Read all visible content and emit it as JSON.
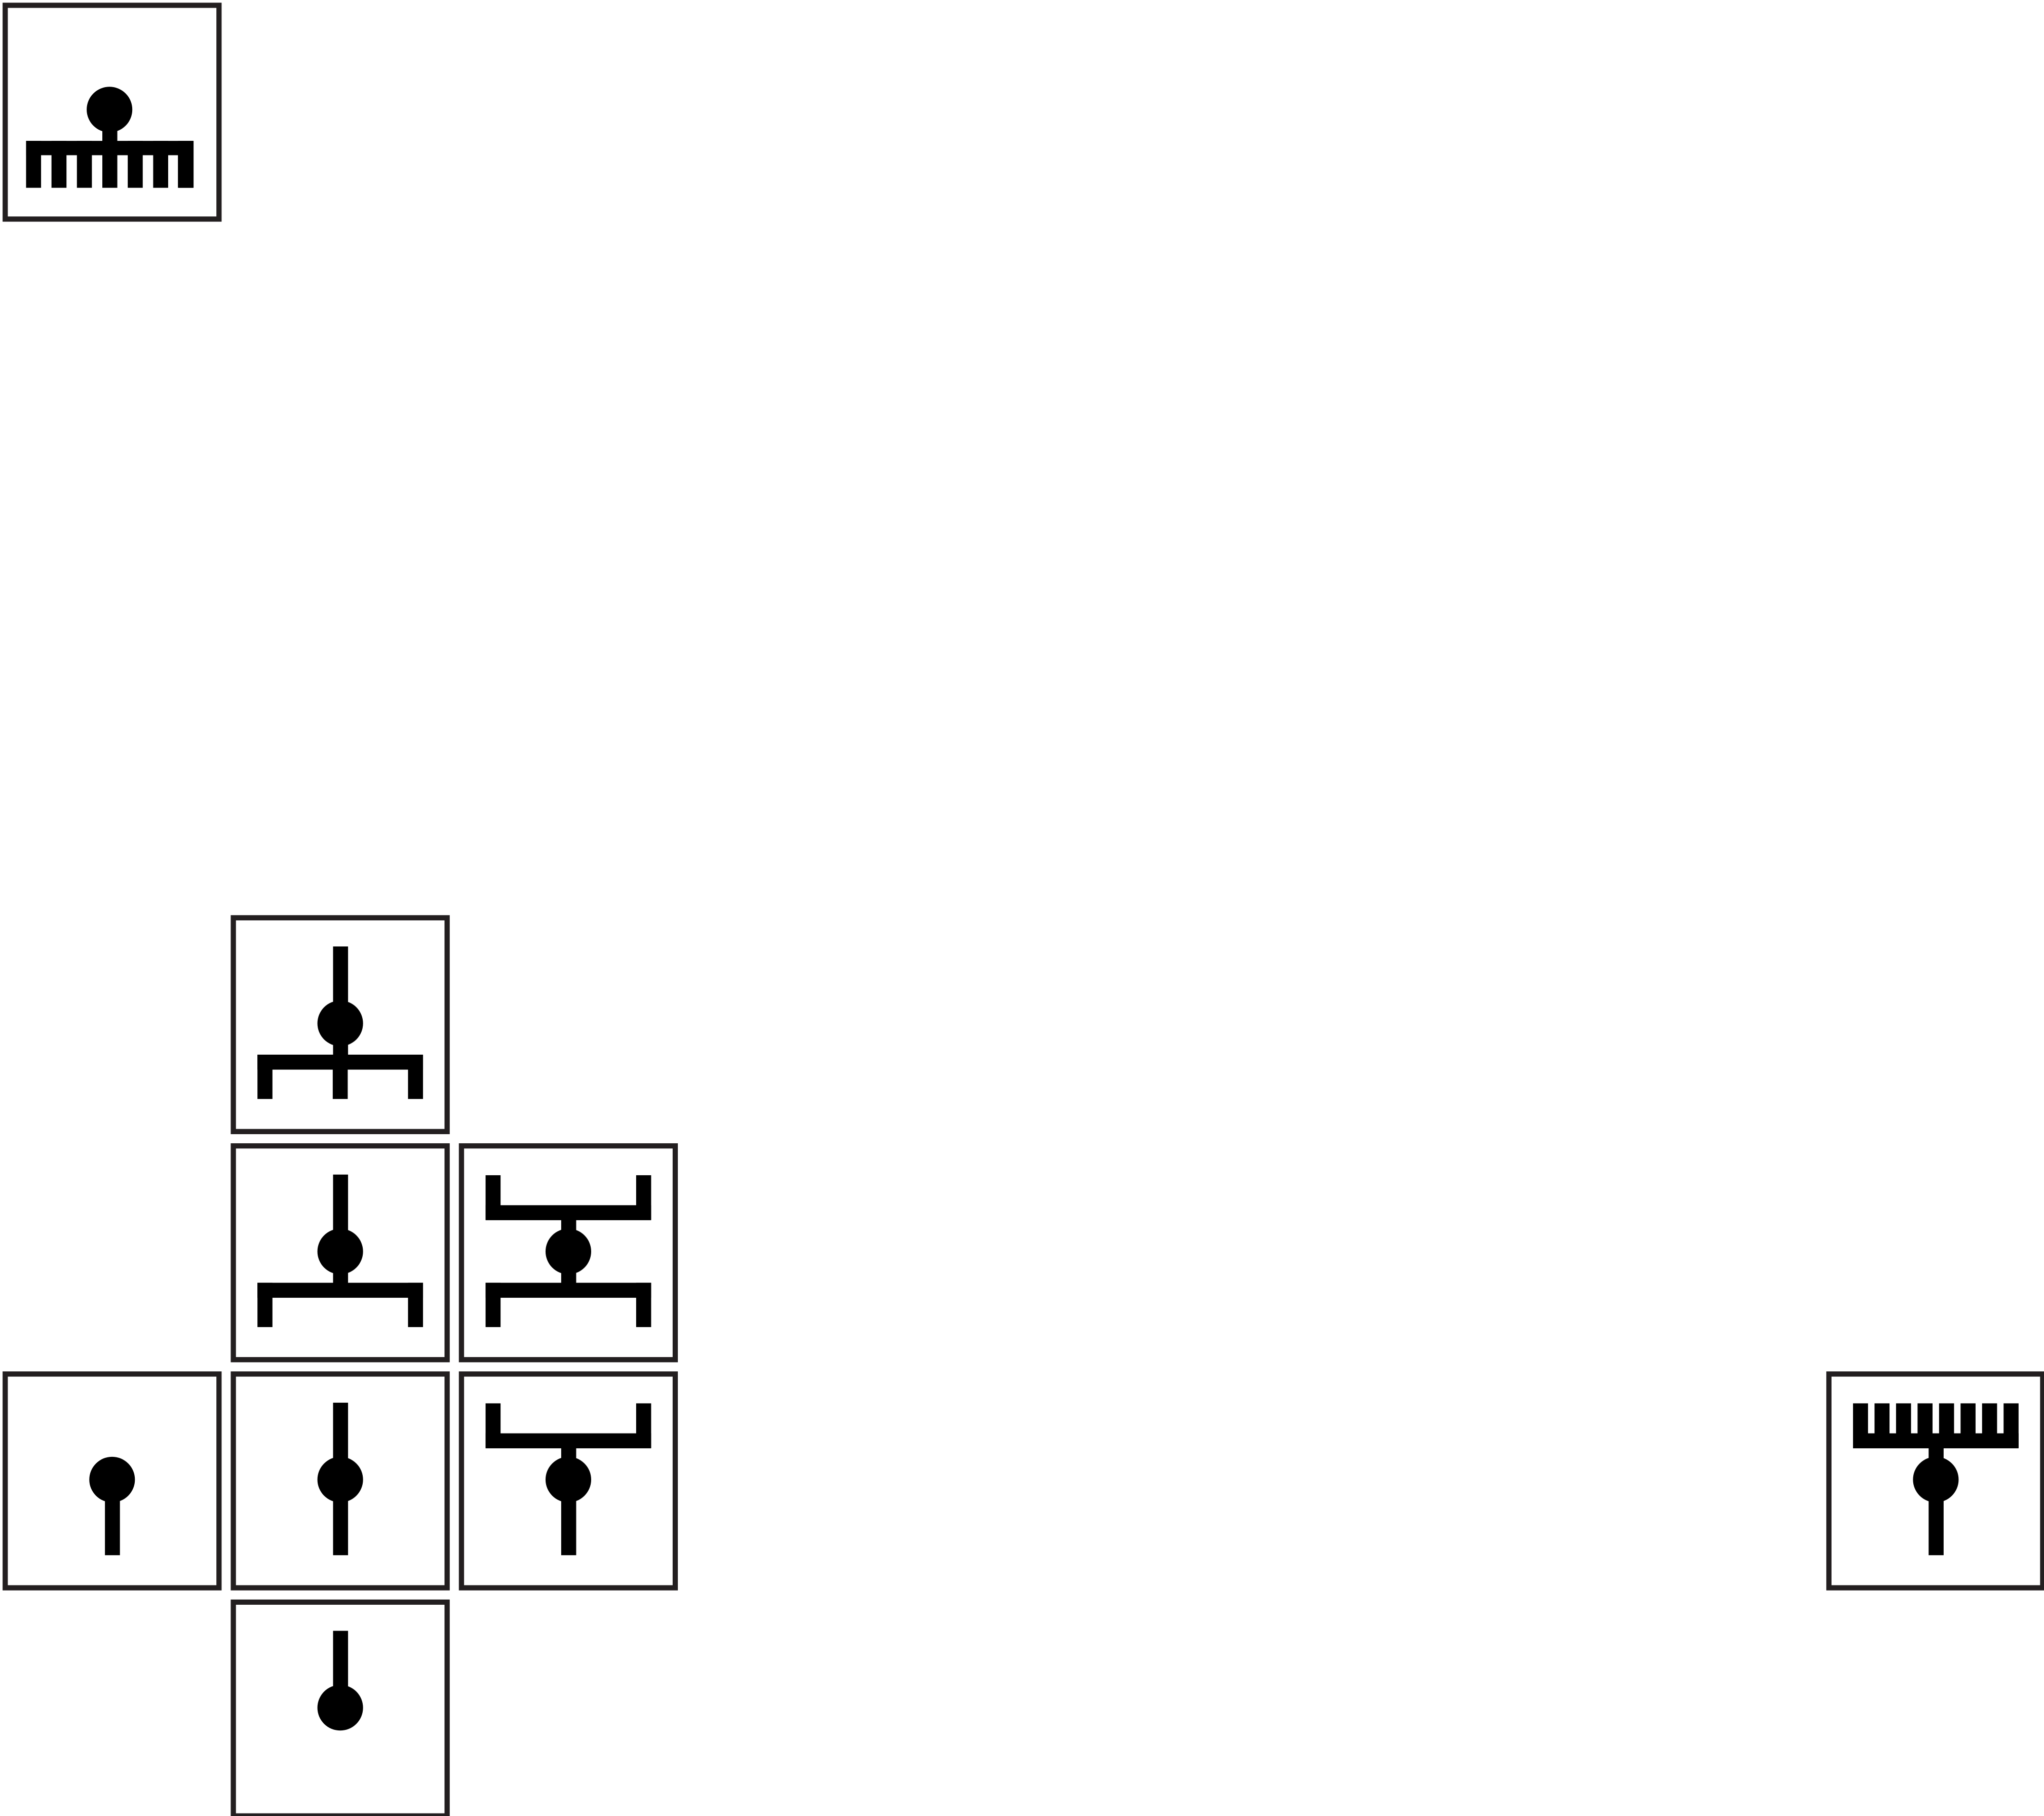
{
  "diagram": {
    "type": "symbol-tile-layout",
    "ink_color": "#000000",
    "frame_color": "#231f20",
    "background_color": "#ffffff",
    "tiles": [
      {
        "name": "tile-multi-drop-down",
        "icon": "hub-with-seven-downward-prongs-icon",
        "center_connector": false,
        "top": "none",
        "bottom": "comb-7"
      },
      {
        "name": "tile-tee-with-spur",
        "icon": "tee-with-center-spur-icon",
        "center_connector": true,
        "top": "line",
        "bottom": "fork-3"
      },
      {
        "name": "tile-tee-down",
        "icon": "tee-down-icon",
        "center_connector": true,
        "top": "line",
        "bottom": "fork-2"
      },
      {
        "name": "tile-double-bracket",
        "icon": "double-bracket-icon",
        "center_connector": true,
        "top": "fork-2",
        "bottom": "fork-2"
      },
      {
        "name": "tile-end-stub",
        "icon": "single-end-stub-icon",
        "center_connector": true,
        "top": "none",
        "bottom": "line-short"
      },
      {
        "name": "tile-straight",
        "icon": "straight-through-icon",
        "center_connector": true,
        "top": "line",
        "bottom": "line"
      },
      {
        "name": "tile-tee-up",
        "icon": "tee-up-icon",
        "center_connector": true,
        "top": "fork-2",
        "bottom": "line"
      },
      {
        "name": "tile-multi-drop-up",
        "icon": "hub-with-seven-upward-prongs-icon",
        "center_connector": true,
        "top": "comb-7",
        "bottom": "line"
      },
      {
        "name": "tile-cap-top",
        "icon": "top-cap-icon",
        "center_connector": true,
        "top": "line",
        "bottom": "none"
      }
    ]
  }
}
